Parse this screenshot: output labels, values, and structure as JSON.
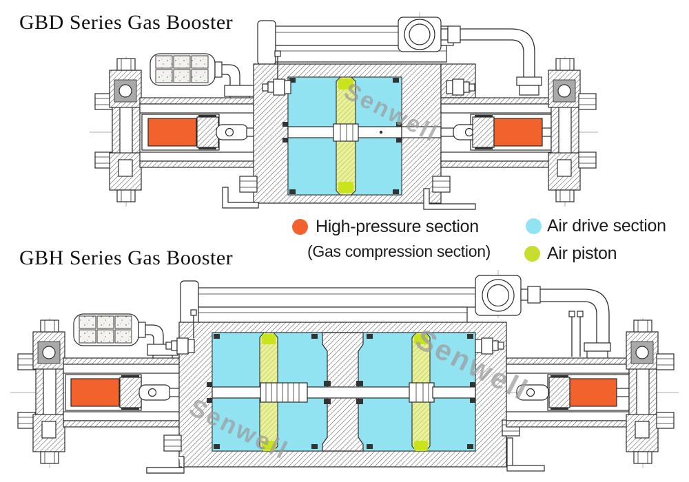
{
  "diagrams": {
    "gbd": {
      "title": "GBD Series Gas Booster"
    },
    "gbh": {
      "title": "GBH Series Gas Booster"
    }
  },
  "legend": {
    "high_pressure": {
      "label": "High-pressure section",
      "sublabel": "(Gas compression section)",
      "color": "#f2622d"
    },
    "air_drive": {
      "label": "Air drive section",
      "color": "#92e3f1"
    },
    "air_piston": {
      "label": "Air piston",
      "color": "#c6df2f"
    }
  },
  "watermark": {
    "text": "Senwell"
  },
  "colors": {
    "hp": "#f2622d",
    "air": "#92e3f1",
    "legend_piston": "#c6df2f",
    "piston_base": "#eaf0a2",
    "piston_hatch": "#b9cf30",
    "piston_blob": "#c9e31c",
    "ink": "#2b2b2b",
    "watermark": "#9c9c9c"
  }
}
